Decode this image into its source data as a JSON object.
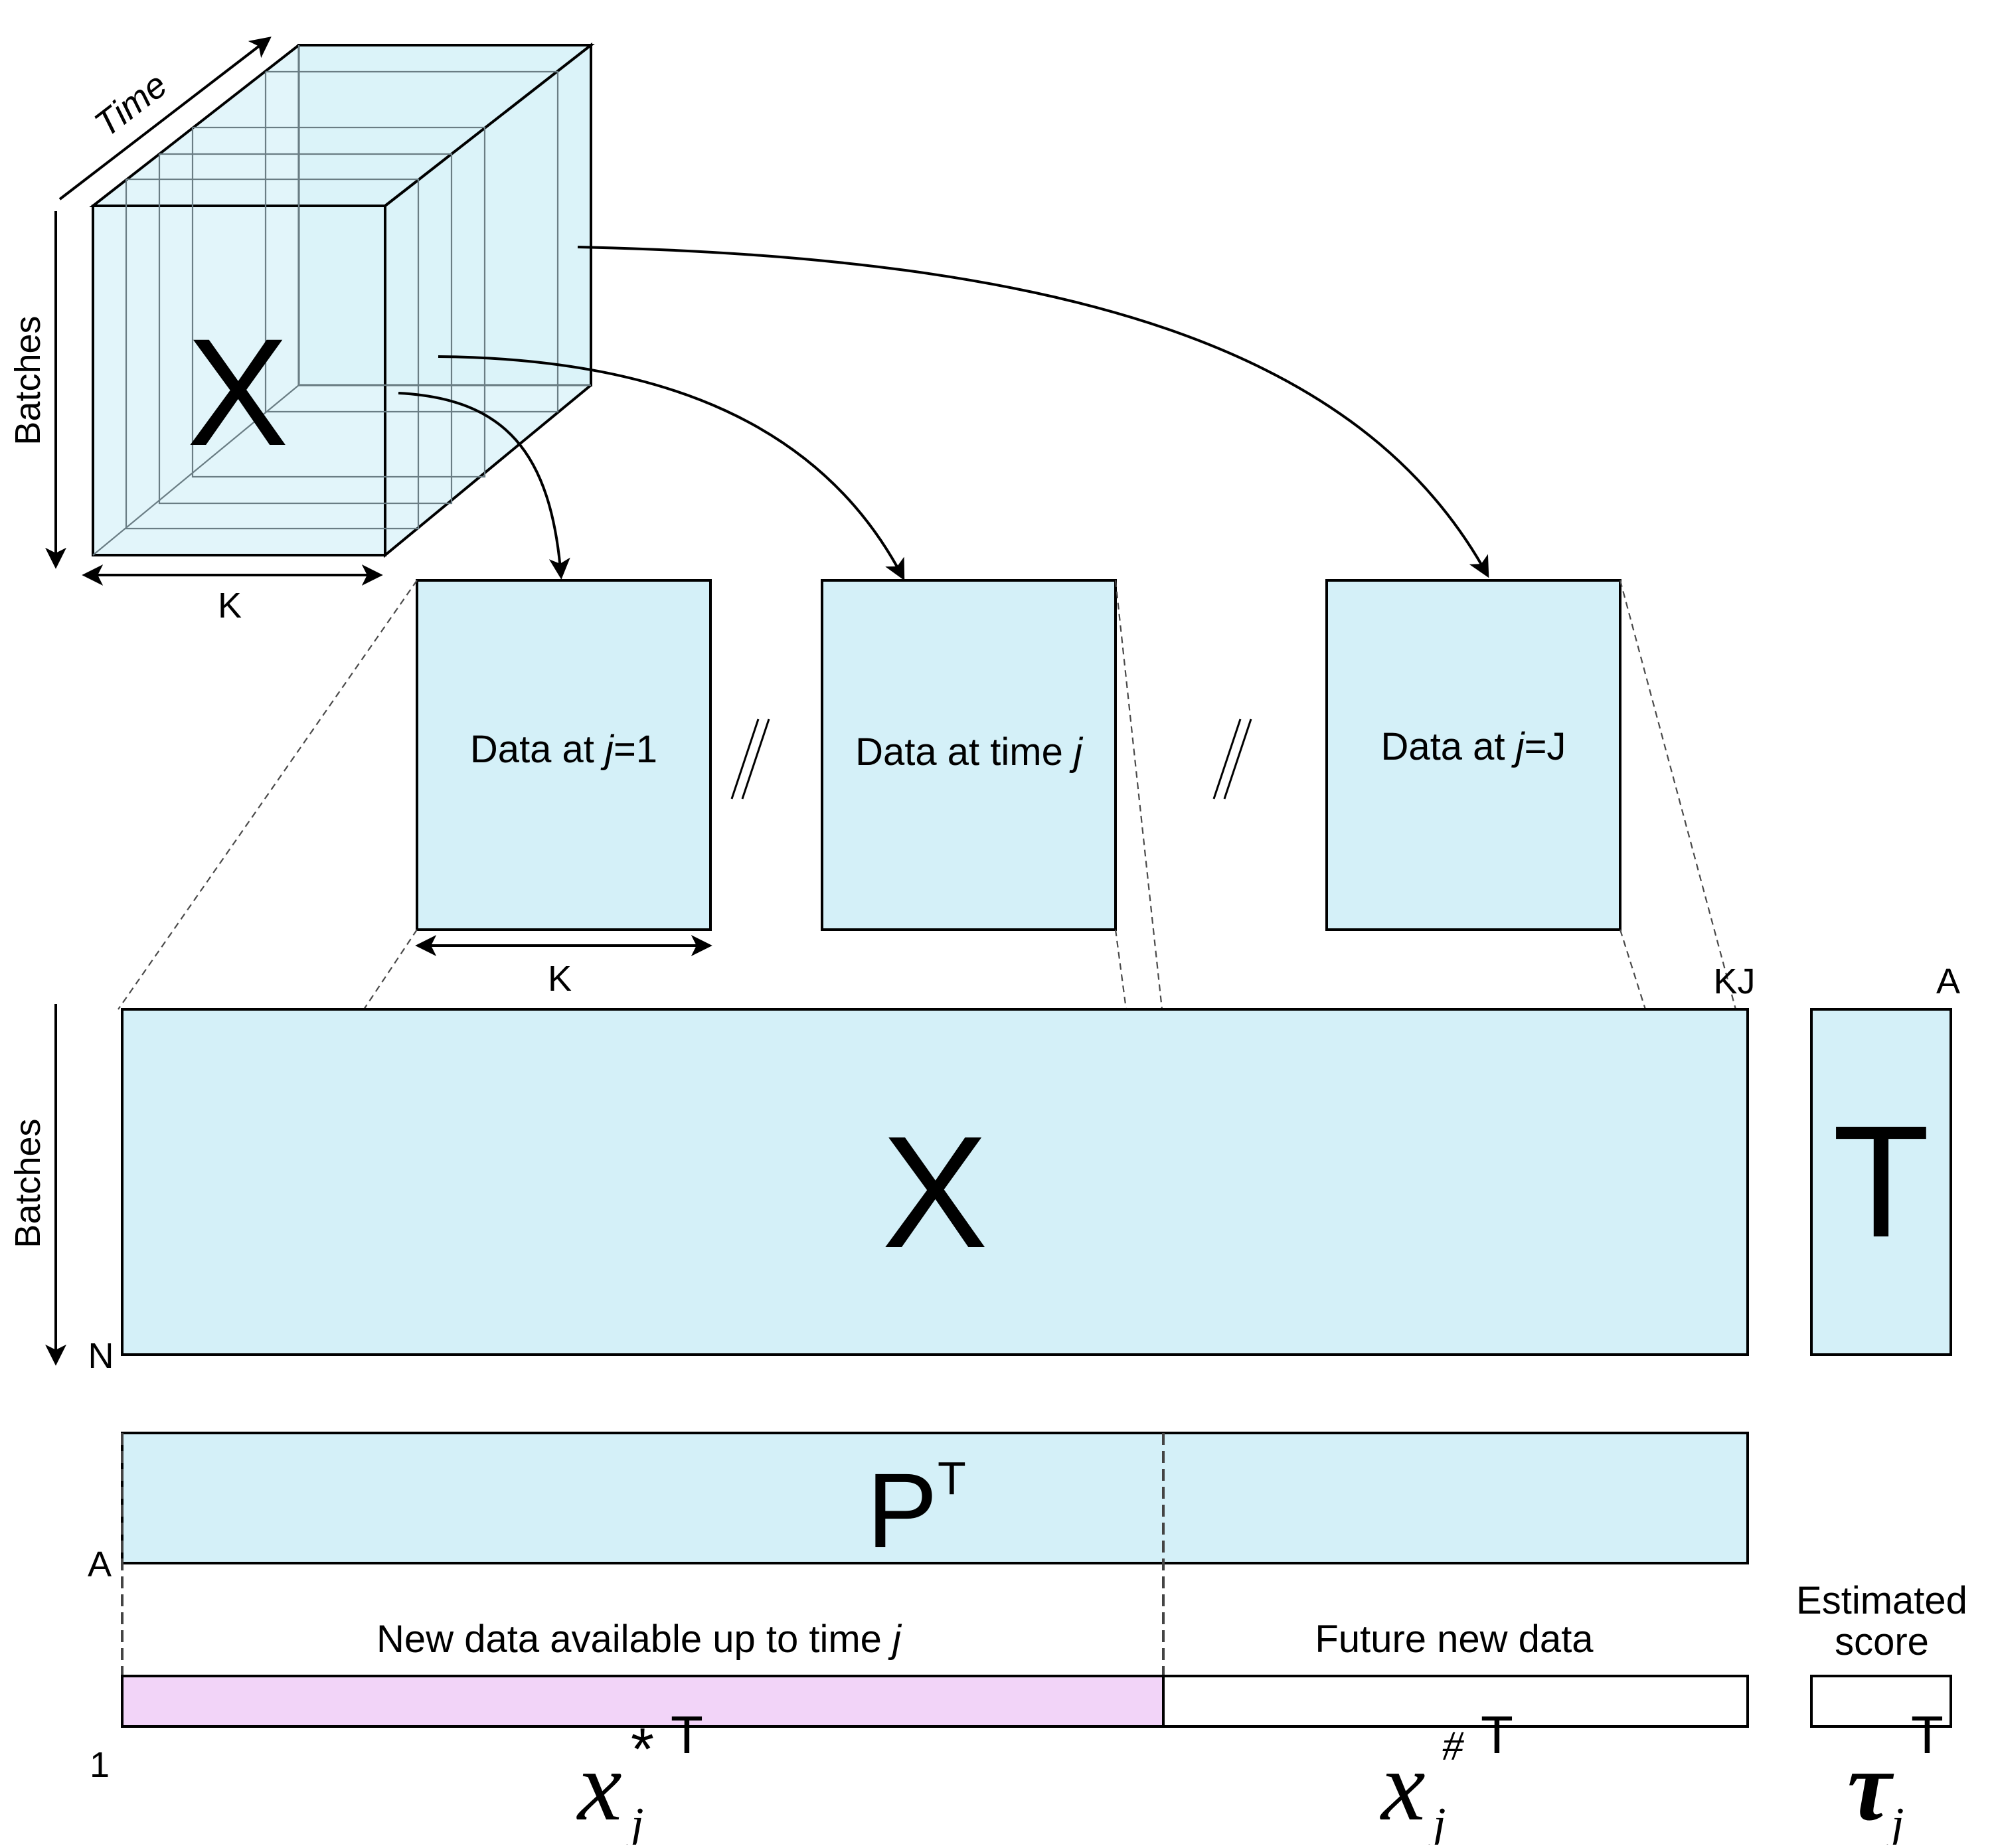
{
  "cube": {
    "label": "X",
    "axis_time": "Time",
    "axis_batches": "Batches",
    "axis_k": "K"
  },
  "slices": [
    {
      "prefix": "Data at  ",
      "italic": "j",
      "suffix": "=1"
    },
    {
      "prefix": "Data at time ",
      "italic": "j",
      "suffix": ""
    },
    {
      "prefix": "Data at  ",
      "italic": "j",
      "suffix": "=J"
    }
  ],
  "slice_axis_k": "K",
  "separator": "//",
  "unfolded": {
    "label": "X",
    "batches": "Batches",
    "n": "N",
    "kj": "KJ"
  },
  "scores": {
    "label": "T",
    "a": "A"
  },
  "loadings": {
    "label": "P",
    "superscript": "T",
    "a": "A"
  },
  "new_data_label": {
    "prefix": "New data available up to time ",
    "italic": "j"
  },
  "future_data_label": "Future new data",
  "estimated_score_line1": "Estimated",
  "estimated_score_line2": "score",
  "row_one": "1",
  "vectors": {
    "xstar": {
      "base": "x",
      "sub": "j",
      "sup": "*",
      "t": "T"
    },
    "xhash": {
      "base": "x",
      "sub": "j",
      "sup": "#",
      "t": "T"
    },
    "tau": {
      "base": "τ",
      "sub": "j",
      "t": "T"
    }
  },
  "colors": {
    "block_fill": "#d4f0f8",
    "available_fill": "#f2d4f8",
    "future_fill": "#ffffff"
  }
}
